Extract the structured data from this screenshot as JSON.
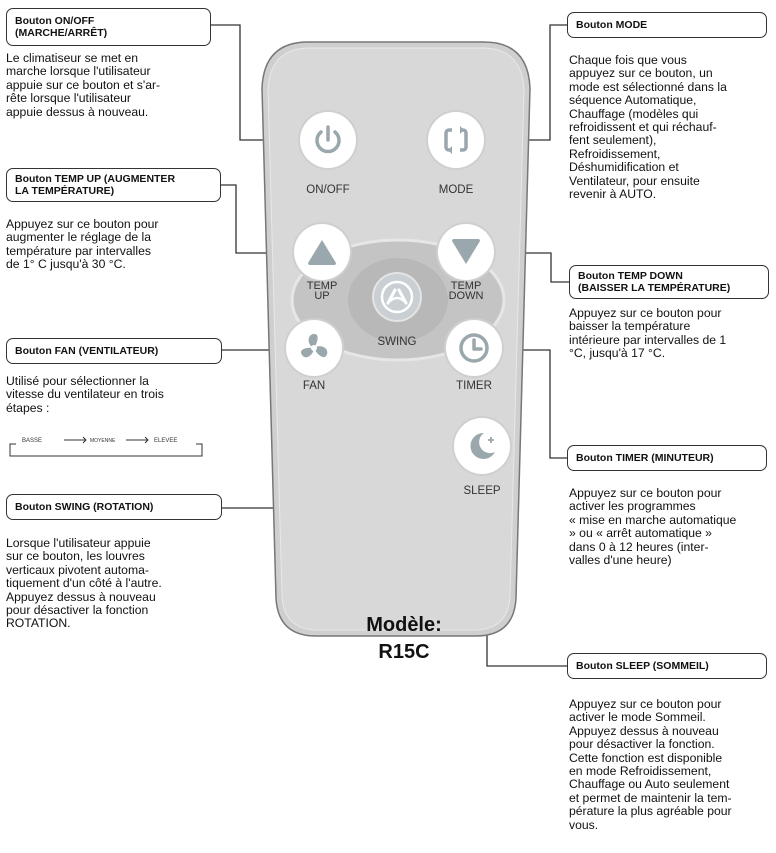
{
  "remote": {
    "buttons": {
      "onoff": "ON/OFF",
      "mode": "MODE",
      "temp_up": "TEMP\nUP",
      "temp_down": "TEMP\nDOWN",
      "swing": "SWING",
      "fan": "FAN",
      "timer": "TIMER",
      "sleep": "SLEEP"
    },
    "model_label": "Modèle:",
    "model_name": "R15C"
  },
  "callouts": {
    "onoff": {
      "title": "Bouton ON/OFF\n(MARCHE/ARRÊT)",
      "text": "Le climatiseur se met en\nmarche lorsque l'utilisateur\nappuie sur ce bouton et s'ar-\nrête lorsque l'utilisateur\nappuie dessus à nouveau."
    },
    "temp_up": {
      "title": "Bouton TEMP UP (AUGMENTER\nLA TEMPÉRATURE)",
      "text": "Appuyez sur ce bouton pour\naugmenter le réglage de la\ntempérature par intervalles\nde 1° C jusqu'à 30 °C."
    },
    "fan": {
      "title": "Bouton FAN (VENTILATEUR)",
      "text": "Utilisé pour sélectionner la\nvitesse du ventilateur en trois\nétapes :",
      "steps": [
        "BASSE",
        "MOYENNE",
        "ELEVEE"
      ]
    },
    "swing": {
      "title": "Bouton SWING (ROTATION)",
      "text": "Lorsque l'utilisateur appuie\nsur ce bouton, les louvres\nverticaux pivotent automa-\ntiquement d'un côté à l'autre.\nAppuyez dessus à nouveau\npour désactiver la fonction\nROTATION."
    },
    "mode": {
      "title": "Bouton MODE",
      "text": "Chaque fois que vous\nappuyez sur ce bouton, un\nmode est sélectionné dans la\nséquence Automatique,\nChauffage (modèles qui\nrefroidissent et qui réchauf-\nfent seulement),\nRefroidissement,\nDéshumidification et\nVentilateur, pour ensuite\nrevenir à AUTO."
    },
    "temp_down": {
      "title": "Bouton TEMP DOWN\n(BAISSER LA TEMPÉRATURE)",
      "text": "Appuyez sur ce bouton pour\nbaisser la température\nintérieure par intervalles de 1\n°C, jusqu'à 17 °C."
    },
    "timer": {
      "title": "Bouton TIMER (MINUTEUR)",
      "text": "Appuyez sur ce bouton pour\nactiver les programmes\n« mise en marche automatique\n» ou « arrêt automatique »\ndans 0 à 12 heures (inter-\nvalles d'une heure)"
    },
    "sleep": {
      "title": "Bouton SLEEP (SOMMEIL)",
      "text": "Appuyez sur ce bouton pour\nactiver le mode Sommeil.\nAppuyez dessus à nouveau\npour désactiver la fonction.\nCette fonction est disponible\nen mode Refroidissement,\nChauffage ou Auto seulement\net permet de maintenir la tem-\npérature la plus agréable pour\nvous."
    }
  }
}
